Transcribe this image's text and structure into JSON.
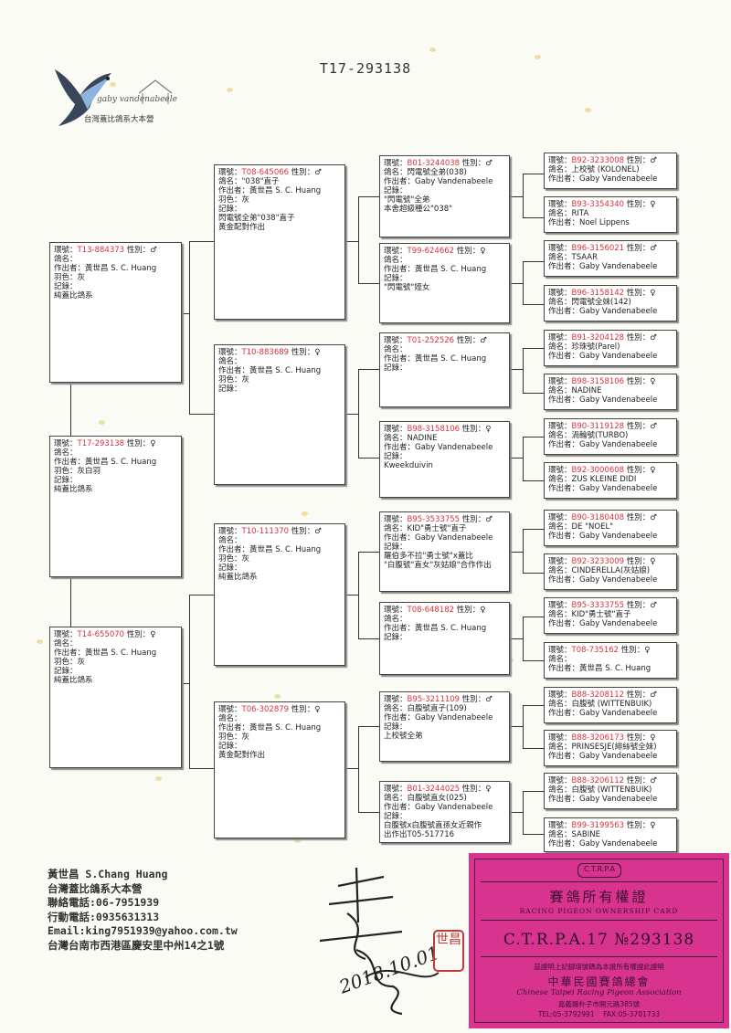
{
  "header": {
    "title": "T17-293138",
    "logo_script": "gaby vandenabeele",
    "logo_name": "台灣蓋比鴿系大本營"
  },
  "boxes": [
    {
      "ring": "T17-293138",
      "lines": [
        "性別：♀",
        "鴿名：",
        "作出者：黃世昌 S. C. Huang",
        "羽色：灰白羽",
        "記錄：",
        "純蓋比鴿系"
      ]
    },
    {
      "ring": "T13-884373",
      "lines": [
        "性別：♂",
        "鴿名：",
        "作出者：黃世昌 S. C. Huang",
        "羽色：灰",
        "記錄：",
        "純蓋比鴿系"
      ]
    },
    {
      "ring": "T14-655070",
      "lines": [
        "性別：♀",
        "鴿名：",
        "作出者：黃世昌 S. C. Huang",
        "羽色：灰",
        "記錄：",
        "純蓋比鴿系"
      ]
    },
    {
      "ring": "T08-645066",
      "lines": [
        "性別：♂",
        "鴿名：\"038\"直子",
        "作出者：黃世昌 S. C. Huang",
        "羽色：灰",
        "記錄：",
        "閃電號全弟\"038\"直子",
        "黃金配對作出"
      ]
    },
    {
      "ring": "T10-883689",
      "lines": [
        "性別：♀",
        "鴿名：",
        "作出者：黃世昌 S. C. Huang",
        "羽色：灰",
        "記錄："
      ]
    },
    {
      "ring": "T10-111370",
      "lines": [
        "性別：♂",
        "鴿名：",
        "作出者：黃世昌 S. C. Huang",
        "羽色：灰",
        "記錄：",
        "純蓋比鴿系"
      ]
    },
    {
      "ring": "T06-302879",
      "lines": [
        "性別：♀",
        "鴿名：",
        "作出者：黃世昌 S. C. Huang",
        "羽色：灰",
        "記錄：",
        "黃金配對作出"
      ]
    },
    {
      "ring": "B01-3244038",
      "lines": [
        "性別：♂",
        "鴿名：閃電號全弟(038)",
        "作出者：Gaby Vandenabeele",
        "記錄：",
        "\"閃電號\"全弟",
        "本舍超級種公\"038\""
      ]
    },
    {
      "ring": "T99-624662",
      "lines": [
        "性別：♀",
        "鴿名：",
        "作出者：黃世昌 S. C. Huang",
        "記錄：",
        "\"閃電號\"姪女"
      ]
    },
    {
      "ring": "T01-252526",
      "lines": [
        "性別：♂",
        "鴿名：",
        "作出者：黃世昌 S. C. Huang",
        "記錄："
      ]
    },
    {
      "ring": "B98-3158106",
      "lines": [
        "性別：♀",
        "鴿名：NADINE",
        "作出者：Gaby Vandenabeele",
        "記錄：",
        "Kweekduivin"
      ]
    },
    {
      "ring": "B95-3533755",
      "lines": [
        "性別：♂",
        "鴿名：KID\"勇士號\"直子",
        "作出者：Gaby Vandenabeele",
        "記錄：",
        "羅伯多不拉\"勇士號\"x蓋比",
        "\"白腹號\"直女\"灰姑娘\"合作作出"
      ]
    },
    {
      "ring": "T08-648182",
      "lines": [
        "性別：♀",
        "鴿名：",
        "作出者：黃世昌 S. C. Huang",
        "記錄："
      ]
    },
    {
      "ring": "B95-3211109",
      "lines": [
        "性別：♂",
        "鴿名：白腹號直子(109)",
        "作出者：Gaby Vandenabeele",
        "記錄：",
        "上校號全弟"
      ]
    },
    {
      "ring": "B01-3244025",
      "lines": [
        "性別：♀",
        "鴿名：白腹號直女(025)",
        "作出者：Gaby Vandenabeele",
        "記錄：",
        "白腹號x白腹號直孫女近親作",
        "出作出T05-517716"
      ]
    },
    {
      "ring": "B92-3233008",
      "lines": [
        "性別：♂",
        "鴿名：上校號 (KOLONEL)",
        "作出者：Gaby Vandenabeele"
      ]
    },
    {
      "ring": "B93-3354340",
      "lines": [
        "性別：♀",
        "鴿名：RITA",
        "作出者：Noel Lippens"
      ]
    },
    {
      "ring": "B96-3156021",
      "lines": [
        "性別：♂",
        "鴿名：TSAAR",
        "作出者：Gaby Vandenabeele"
      ]
    },
    {
      "ring": "B96-3158142",
      "lines": [
        "性別：♀",
        "鴿名：閃電號全妹(142)",
        "作出者：Gaby Vandenabeele"
      ]
    },
    {
      "ring": "B91-3204128",
      "lines": [
        "性別：♂",
        "鴿名：珍珠號(Parel)",
        "作出者：Gaby Vandenabeele"
      ]
    },
    {
      "ring": "B98-3158106",
      "lines": [
        "性別：♀",
        "鴿名：NADINE",
        "作出者：Gaby Vandenabeele"
      ]
    },
    {
      "ring": "B90-3119128",
      "lines": [
        "性別：♂",
        "鴿名：渦輪號(TURBO)",
        "作出者：Gaby Vandenabeele"
      ]
    },
    {
      "ring": "B92-3000608",
      "lines": [
        "性別：♀",
        "鴿名：ZUS KLEINE DIDI",
        "作出者：Gaby Vandenabeele"
      ]
    },
    {
      "ring": "B90-3180408",
      "lines": [
        "性別：♂",
        "鴿名：DE \"NOEL\"",
        "作出者：Gaby Vandenabeele"
      ]
    },
    {
      "ring": "B92-3233009",
      "lines": [
        "性別：♀",
        "鴿名：CINDERELLA(灰姑娘)",
        "作出者：Gaby Vandenabeele"
      ]
    },
    {
      "ring": "B95-3333755",
      "lines": [
        "性別：♂",
        "鴿名：KID\"勇士號\"直子",
        "作出者：Gaby Vandenabeele"
      ]
    },
    {
      "ring": "T08-735162",
      "lines": [
        "性別：♀",
        "鴿名：",
        "作出者：黃世昌 S. C. Huang"
      ]
    },
    {
      "ring": "B88-3208112",
      "lines": [
        "性別：♂",
        "鴿名：白腹號 (WITTENBUIK)",
        "作出者：Gaby Vandenabeele"
      ]
    },
    {
      "ring": "B88-3206173",
      "lines": [
        "性別：♀",
        "鴿名：PRINSESJE(緋絲號全妹)",
        "作出者：Gaby Vandenabeele"
      ]
    },
    {
      "ring": "B88-3206112",
      "lines": [
        "性別：♂",
        "鴿名：白腹號 (WITTENBUIK)",
        "作出者：Gaby Vandenabeele"
      ]
    },
    {
      "ring": "B99-3199563",
      "lines": [
        "性別：♀",
        "鴿名：SABINE",
        "作出者：Gaby Vandenabeele"
      ]
    }
  ],
  "owner": {
    "name": "黃世昌 S.Chang Huang",
    "loft": "台灣蓋比鴿系大本營",
    "phone": "聯絡電話:06-7951939",
    "mobile": "行動電話:0935631313",
    "email": "Email:king7951939@yahoo.com.tw",
    "address": "台灣台南市西港區慶安里中州14之1號"
  },
  "signature_date": "2018.10.01",
  "card": {
    "logo": "C.T.R.P.A",
    "title_cn": "賽鴿所有權證",
    "title_en": "RACING PIGEON OWNERSHIP CARD",
    "code": "C.T.R.P.A.17",
    "number": "№293138",
    "statement": "茲證明上記腳環號碼為本證所有權證此證明",
    "org_cn": "中華民國賽鴿總會",
    "org_en": "Chinese Taipei Racing Pigeon Association",
    "address": "嘉義縣朴子市開元路385號",
    "tel": "TEL:05-3792991",
    "fax": "FAX:05-3701733"
  },
  "seal": "世昌"
}
